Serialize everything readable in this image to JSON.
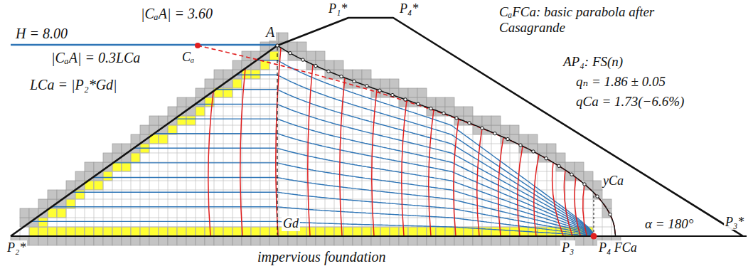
{
  "diagram": {
    "labels": [
      "H = 8.00",
      "|CₐA| = 3.60",
      "|CₐA| = 0.3LCa",
      "LCa = |P₂*Gd|",
      "Cₐ",
      "A",
      "P₁*",
      "P₄*",
      "CₐFCa: basic parabola after Casagrande",
      "AP₄: FS(n)",
      "qₙ = 1.86 ± 0.05",
      "qCa = 1.73(−6.6%)",
      "yCa",
      "α = 180°",
      "P₃*",
      "P₂*",
      "Gd",
      "P₃",
      "P₄ FCa",
      "impervious foundation"
    ]
  }
}
